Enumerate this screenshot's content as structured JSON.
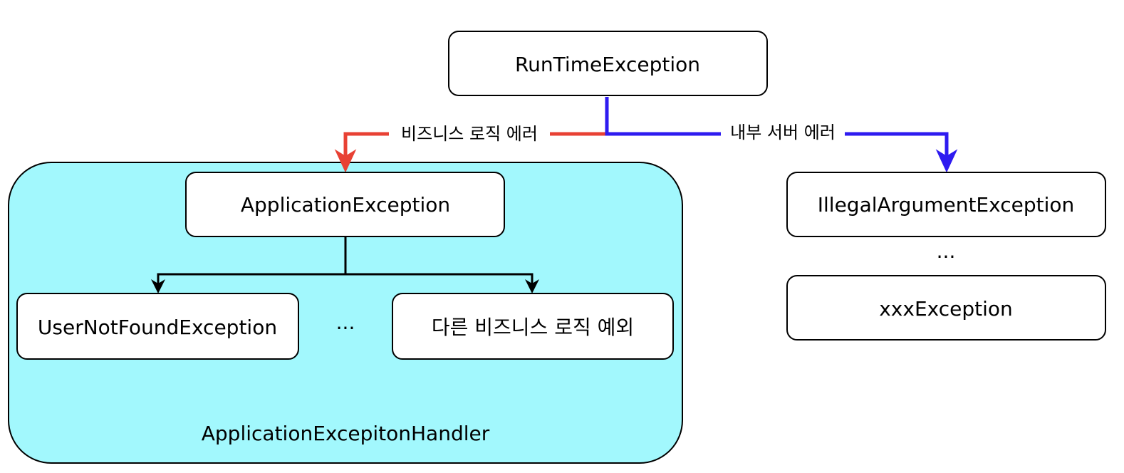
{
  "colors": {
    "business_edge": "#e84134",
    "internal_edge": "#2e1bf0",
    "handler_fill": "#a2f8fd",
    "node_fill": "#ffffff",
    "stroke": "#000000"
  },
  "nodes": {
    "runtime": "RunTimeException",
    "application": "ApplicationException",
    "user_not_found": "UserNotFoundException",
    "app_children_ellipsis": "...",
    "other_business": "다른 비즈니스 로직 예외",
    "illegal_argument": "IllegalArgumentException",
    "internal_ellipsis": "...",
    "xxx": "xxxException"
  },
  "container": {
    "label": "ApplicationExcepitonHandler"
  },
  "edges": {
    "business_label": "비즈니스 로직 에러",
    "internal_label": "내부 서버 에러"
  }
}
